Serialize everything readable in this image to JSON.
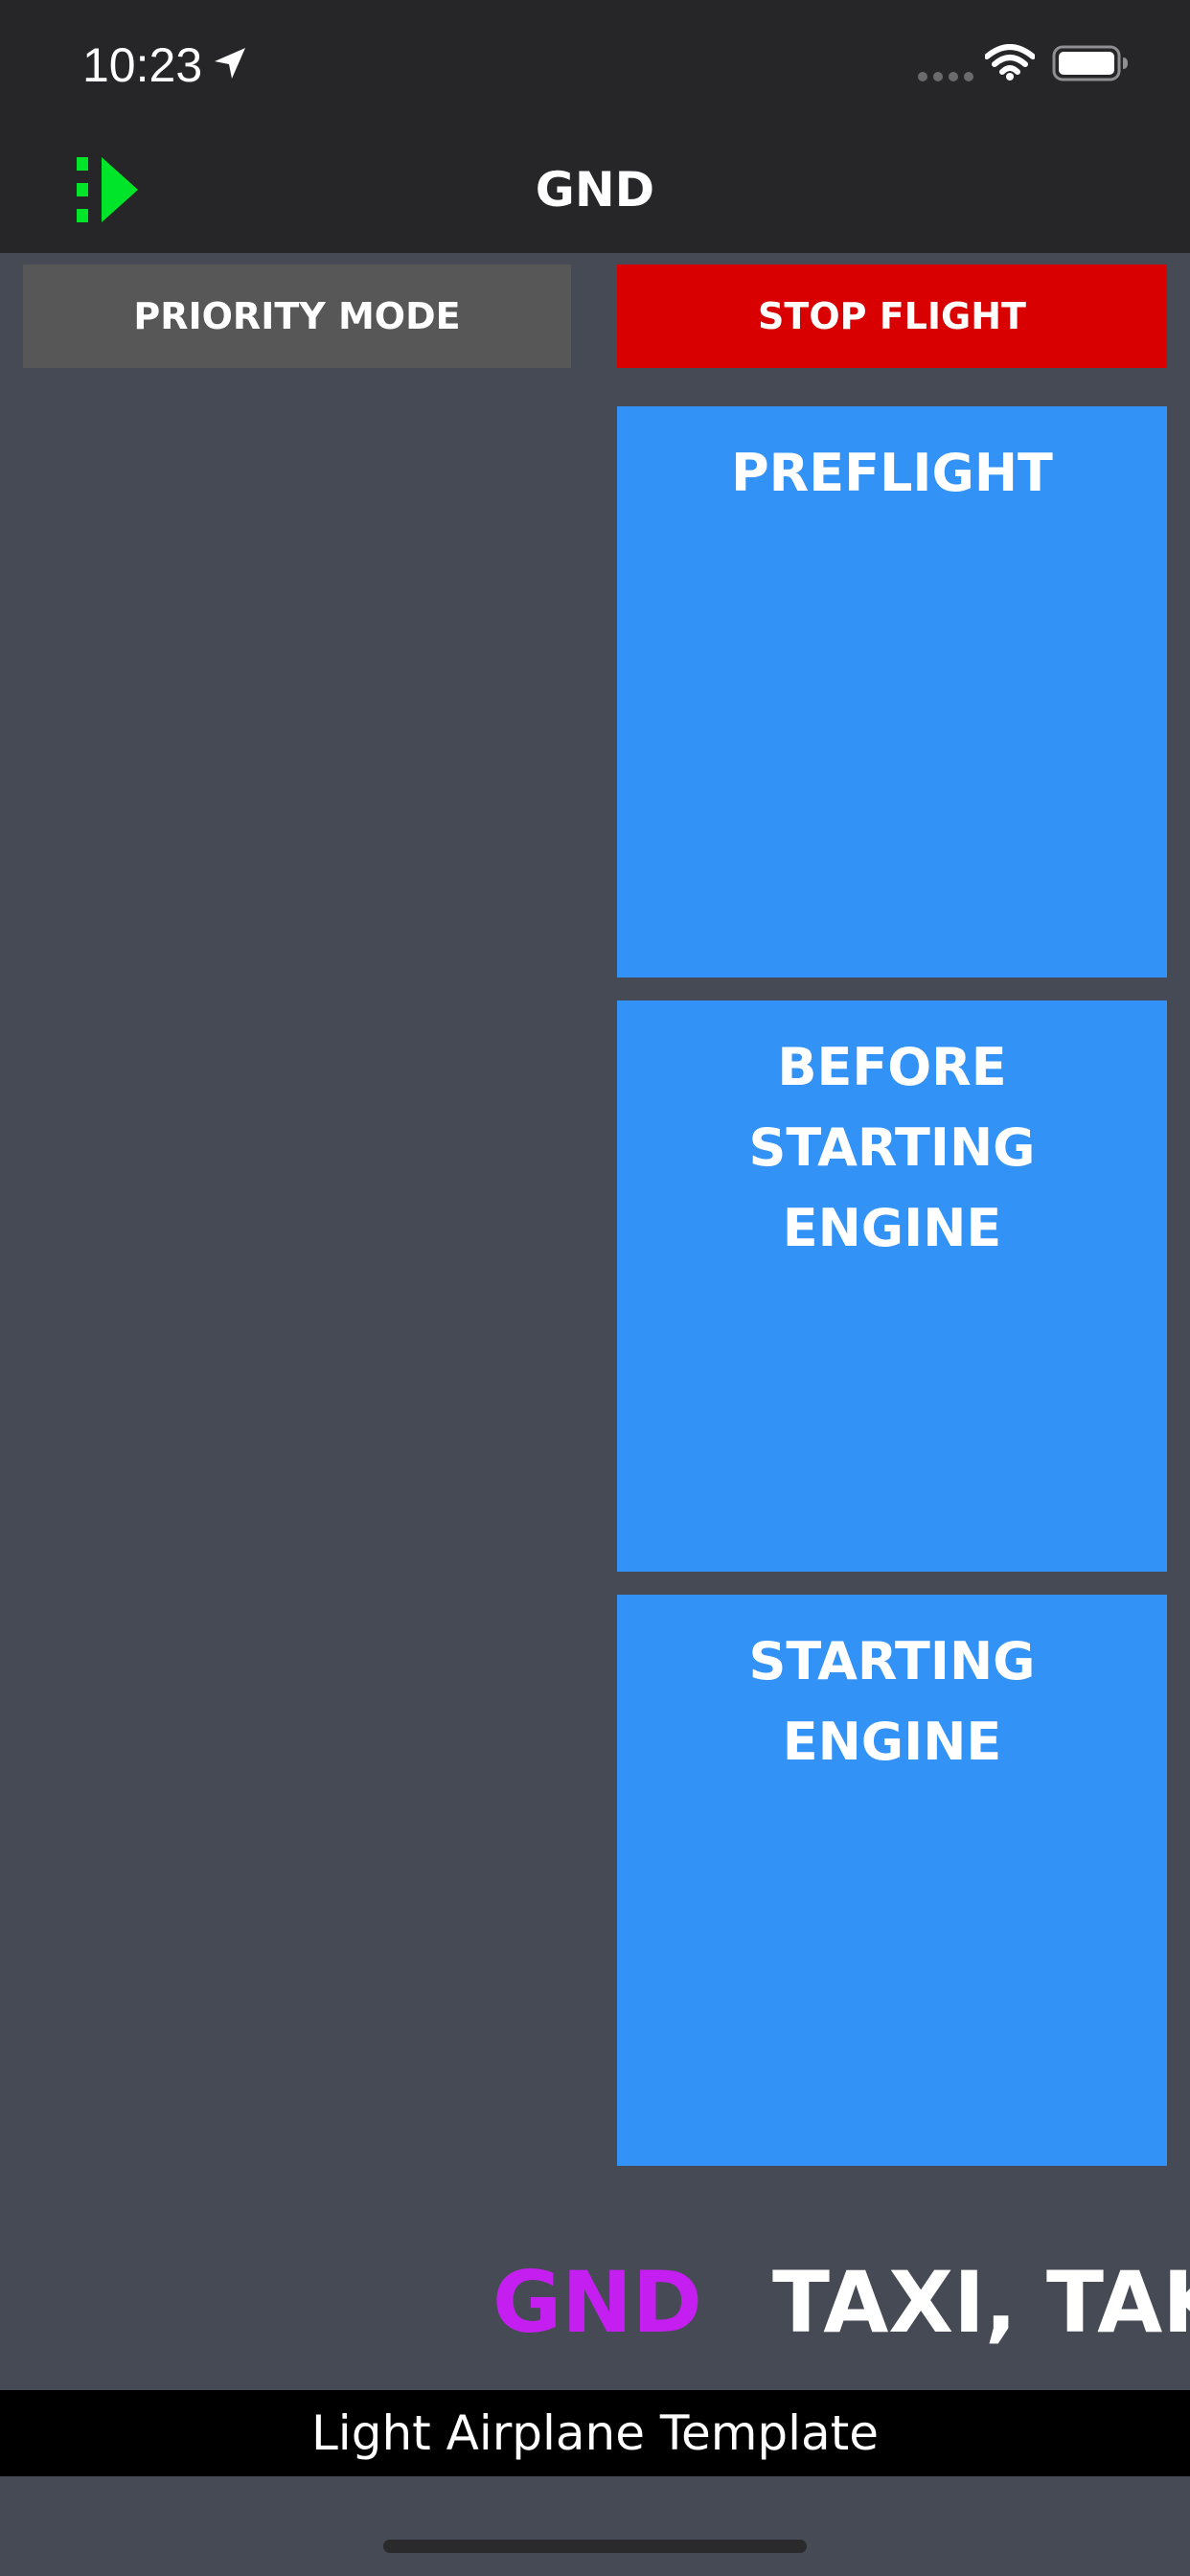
{
  "status_bar": {
    "time": "10:23",
    "icons": [
      "location-arrow-icon",
      "cellular-signal-icon",
      "wifi-icon",
      "battery-icon"
    ]
  },
  "nav": {
    "title": "GND",
    "logo_icon": "app-logo-icon",
    "logo_color": "#00e52a"
  },
  "buttons": {
    "priority_label": "PRIORITY MODE",
    "stop_label": "STOP FLIGHT",
    "priority_color": "#575757",
    "stop_color": "#d80000"
  },
  "checklists": [
    {
      "label": "PREFLIGHT"
    },
    {
      "label": "BEFORE\nSTARTING\nENGINE"
    },
    {
      "label": "STARTING\nENGINE"
    }
  ],
  "phase": {
    "current": "GND",
    "next": "TAXI, TAKE",
    "current_color": "#c41ff0"
  },
  "footer": {
    "template_name": "Light Airplane Template"
  },
  "colors": {
    "background": "#464a55",
    "bar": "#262628",
    "tile": "#3392f5"
  }
}
